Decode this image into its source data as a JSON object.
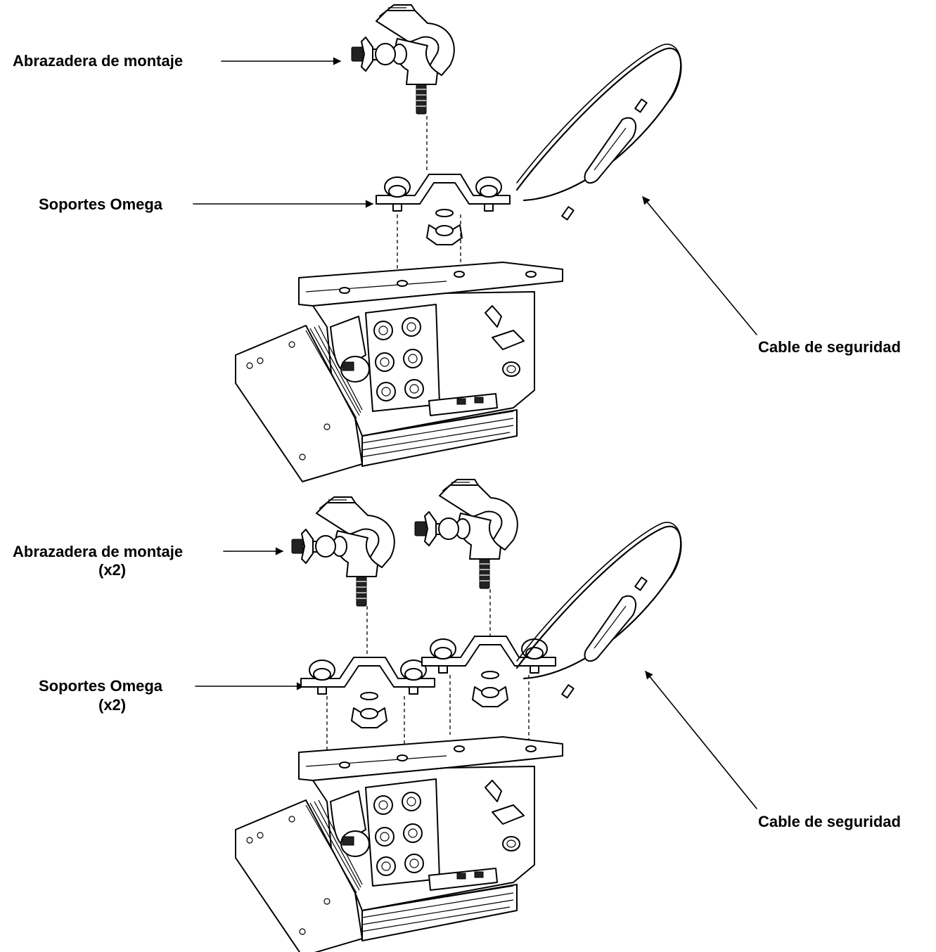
{
  "figures": [
    {
      "labels": {
        "clamp": "Abrazadera de montaje",
        "omega": "Soportes Omega",
        "cable": "Cable de seguridad"
      }
    },
    {
      "labels": {
        "clamp": "Abrazadera de montaje",
        "clamp_qty": "(x2)",
        "omega": "Soportes Omega",
        "omega_qty": "(x2)",
        "cable": "Cable de seguridad"
      }
    }
  ]
}
